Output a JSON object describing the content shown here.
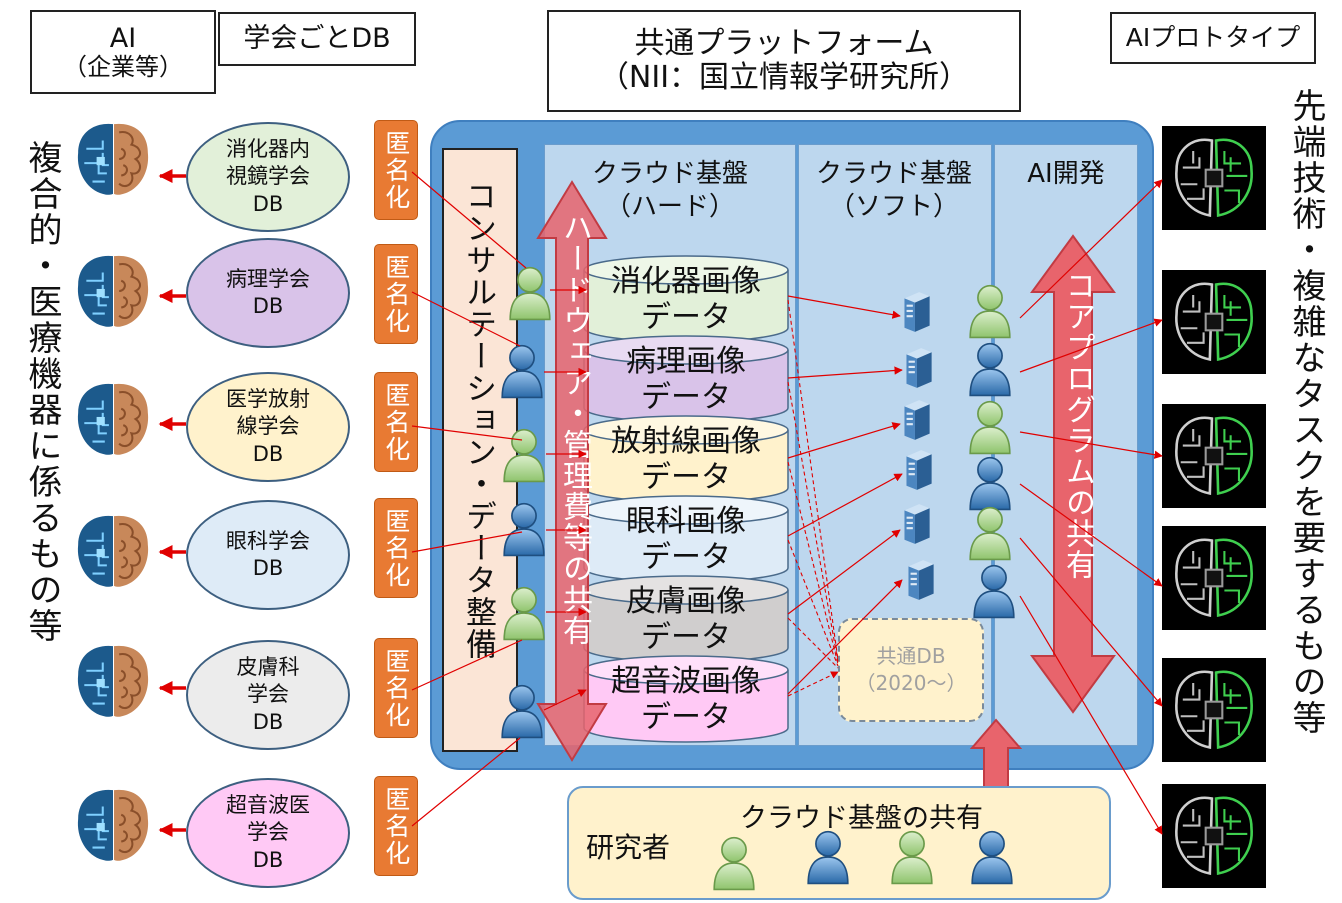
{
  "headers": {
    "ai_company": [
      "AI",
      "（企業等）"
    ],
    "society_db": "学会ごとDB",
    "platform": [
      "共通プラットフォーム",
      "（NII：国立情報学研究所）"
    ],
    "ai_prototype": "AIプロトタイプ"
  },
  "left_vertical_text": "複合的・医療機器に係るもの等",
  "right_vertical_text": "先端技術・複雑なタスクを要するもの等",
  "anonymize_label": "匿名化",
  "societies": [
    {
      "lines": [
        "消化器内",
        "視鏡学会",
        "DB"
      ],
      "color": "#e2f0d9"
    },
    {
      "lines": [
        "病理学会",
        "DB"
      ],
      "color": "#d9c3e9"
    },
    {
      "lines": [
        "医学放射",
        "線学会",
        "DB"
      ],
      "color": "#fff2cc"
    },
    {
      "lines": [
        "眼科学会",
        "DB"
      ],
      "color": "#deebf7"
    },
    {
      "lines": [
        "皮膚科",
        "学会",
        "DB"
      ],
      "color": "#ececec"
    },
    {
      "lines": [
        "超音波医",
        "学会",
        "DB"
      ],
      "color": "#ffc9f5"
    }
  ],
  "consultation_label": "コンサルテーション・データ整備",
  "columns": {
    "cloud_hard": [
      "クラウド基盤",
      "（ハード）"
    ],
    "cloud_soft": [
      "クラウド基盤",
      "（ソフト）"
    ],
    "ai_dev": "AI開発"
  },
  "hardware_arrow_label": "ハードウェア・管理費等の共有",
  "core_program_arrow_label": "コアプログラムの共有",
  "image_data": [
    {
      "lines": [
        "消化器画像",
        "データ"
      ],
      "color": "#e2f0d9"
    },
    {
      "lines": [
        "病理画像",
        "データ"
      ],
      "color": "#d9c3e9"
    },
    {
      "lines": [
        "放射線画像",
        "データ"
      ],
      "color": "#fff2cc"
    },
    {
      "lines": [
        "眼科画像",
        "データ"
      ],
      "color": "#deebf7"
    },
    {
      "lines": [
        "皮膚画像",
        "データ"
      ],
      "color": "#d0cece"
    },
    {
      "lines": [
        "超音波画像",
        "データ"
      ],
      "color": "#ffc9f5"
    }
  ],
  "common_db": [
    "共通DB",
    "（2020〜）"
  ],
  "researcher_label": "研究者",
  "cloud_share_label": "クラウド基盤の共有",
  "colors": {
    "platform_bg": "#5b9bd5",
    "column_bg": "#bdd7ee",
    "consult_bg": "#fbe5d6",
    "accent_red": "#e00000",
    "arrow_fill": "#e8646c",
    "anon_orange": "#e87a33",
    "research_bg": "#fff2cc",
    "green_person": "#a9d18e",
    "blue_person": "#2e75b6"
  }
}
